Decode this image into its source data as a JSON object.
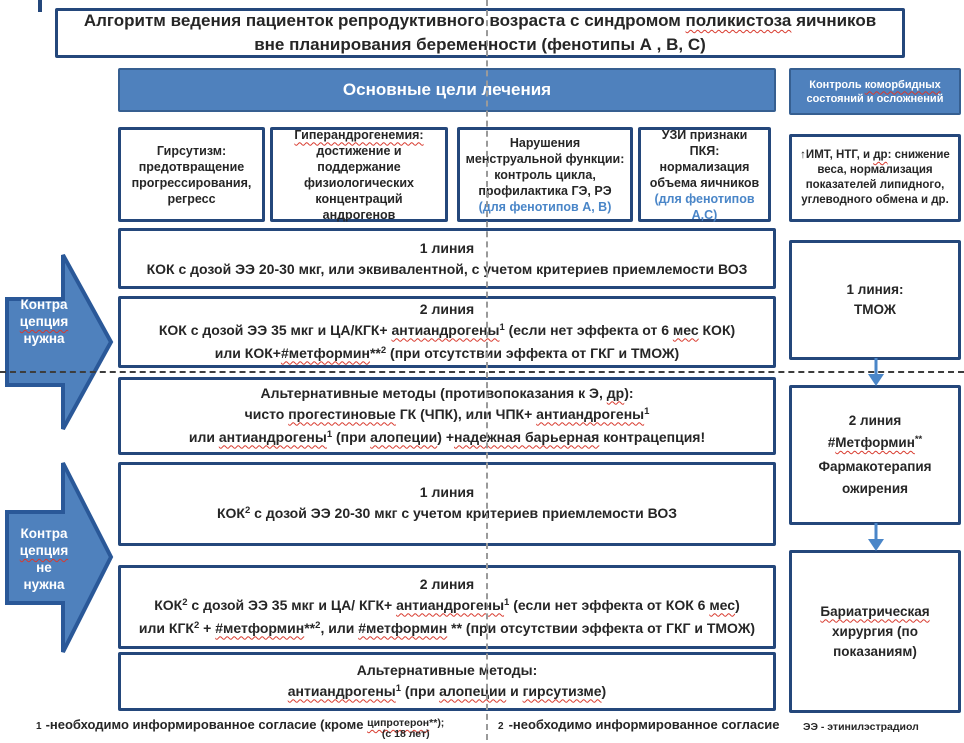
{
  "title": {
    "a": "Алгоритм ведения пациенток репродуктивного возраста с синдромом ",
    "b": "поликистоза",
    "c": " яичников вне планирования беременности (фенотипы А , В, С)"
  },
  "header": {
    "main_goals": "Основные цели лечения",
    "comorbid_a": "Контроль ",
    "comorbid_b": "коморбидных",
    "comorbid_c": " состояний и осложнений"
  },
  "goals": {
    "g1": "Гирсутизм: предотвращение прогрессирования, регресс",
    "g2a": "Гиперандрогенемия:",
    "g2b": " достижение и поддержание физиологических концентраций андрогенов",
    "g3a": "Нарушения менструальной функции: контроль цикла, профилактика ГЭ, РЭ ",
    "g3b": "(для фенотипов А, В)",
    "g4a": "УЗИ признаки ПКЯ: нормализация объема яичников ",
    "g4b": "(для фенотипов А,С)"
  },
  "comorbid_box": {
    "a": "↑ИМТ, НТГ, и ",
    "b": "др",
    "c": ": снижение веса, нормализация показателей липидного, углеводного обмена  и др."
  },
  "arrows": {
    "a1l1": "Контра",
    "a1l2": "цепция",
    "a1l3": "нужна",
    "a2l1": "Контра",
    "a2l2": "цепция",
    "a2l3": "не",
    "a2l4": "нужна"
  },
  "main": {
    "m1": {
      "heading": "1 линия",
      "body": "КОК с дозой ЭЭ 20-30 мкг, или эквивалентной, с учетом критериев приемлемости ВОЗ"
    },
    "m2": {
      "heading": "2 линия",
      "l1a": "КОК с дозой ЭЭ 35 мкг и ЦА/КГК+ ",
      "l1b": "антиандрогены",
      "l1s": "1",
      "l1c": "  (если нет эффекта от  6 ",
      "l1d": "мес",
      "l1e": " КОК)",
      "l2a": "или КОК+",
      "l2b": "#метформин",
      "l2c": "**",
      "l2s": "2",
      "l2d": " (при отсутствии эффекта от ГКГ и ТМОЖ)"
    },
    "m3": {
      "h1": "Альтернативные методы (противопоказания к Э, ",
      "h2": "др",
      "h3": "):",
      "l1a": "чисто ",
      "l1b": "прогестиновые",
      "l1c": " ГК (ЧПК), или ЧПК+ ",
      "l1d": "антиандрогены",
      "l1s": "1",
      "l2a": "или ",
      "l2b": "антиандрогены",
      "l2s": "1",
      "l2c": " (при ",
      "l2d": "алопеции",
      "l2e": ") +",
      "l2f": "надежная барьерная",
      "l2g": " контрацепция!"
    },
    "m4": {
      "heading": "1 линия",
      "ba": "КОК",
      "bs": "2",
      "bb": "  с дозой ЭЭ 20-30 мкг с учетом критериев приемлемости ВОЗ"
    },
    "m5": {
      "heading": "2 линия",
      "l1a": "КОК",
      "l1s1": "2",
      "l1b": "  с дозой ЭЭ 35 мкг и ЦА/ КГК+ ",
      "l1c": "антиандрогены",
      "l1s2": "1",
      "l1d": " (если нет эффекта от  КОК 6 ",
      "l1e": "мес",
      "l1f": ")",
      "l2a": "или  КГК",
      "l2s1": "2",
      "l2b": " + ",
      "l2c": "#метформин",
      "l2d": "**",
      "l2s2": "2",
      "l2e": ", или ",
      "l2f": "#метформин",
      "l2g": " ** (при отсутствии эффекта от ГКГ и ТМОЖ)"
    },
    "m6": {
      "heading": "Альтернативные методы:",
      "ba": "антиандрогены",
      "bs": "1",
      "bb": " (при ",
      "bc": "алопеции",
      "bd": " и ",
      "be": "гирсутизме",
      "bf": ")"
    }
  },
  "right": {
    "r1l1": "1 линия:",
    "r1l2": "ТМОЖ",
    "r2l1": "2 линия",
    "r2a": "#",
    "r2b": "Метформин",
    "r2c": "**",
    "r2l3": "Фармакотерапия",
    "r2l4": "ожирения",
    "r3a": "Бариатрическая",
    "r3b": " хирургия (по показаниям)"
  },
  "footer": {
    "n1": "1",
    "f1": "-необходимо информированное согласие (кроме ",
    "f1small1a": "ципротерон",
    "f1small1b": "**);",
    "f1small2": "(с 18 лет)",
    "n2": "2",
    "f2": "-необходимо информированное согласие",
    "f3": "ЭЭ - этинилэстрадиол"
  },
  "colors": {
    "accent": "#4f81bd",
    "border": "#24477b",
    "blue_text": "#4a86c8",
    "wavy_red": "#d83a2e"
  }
}
